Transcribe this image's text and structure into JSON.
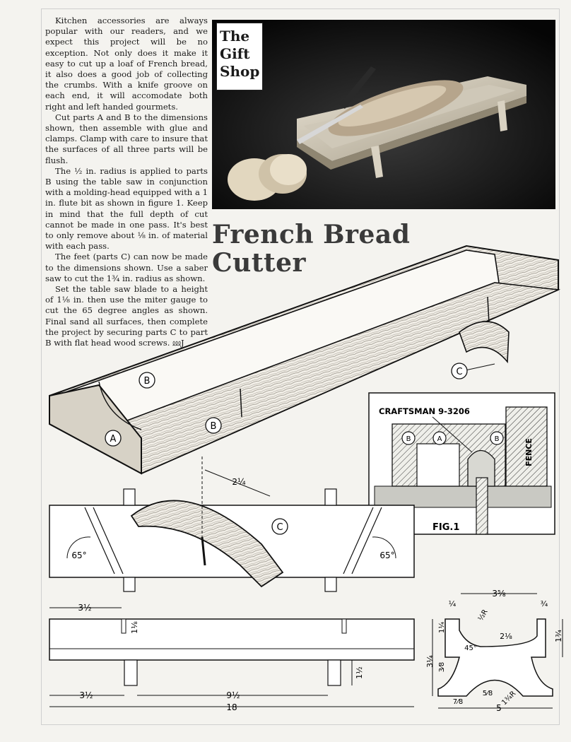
{
  "article": {
    "paragraphs": [
      "Kitchen accessories are always popular with our readers, and we expect this project will be no exception. Not only does it make it easy to cut up a loaf of French bread, it also does a good job of collecting the crumbs. With a knife groove on each end, it will accomodate both right and left handed gourmets.",
      "Cut parts A and B to the dimensions shown, then assemble with glue and clamps. Clamp with care to insure that the surfaces of all three parts will be flush.",
      "The ½ in. radius is applied to parts B using the table saw in conjunction with a molding-head equipped with a 1 in. flute bit as shown in figure 1. Keep in mind that the full depth of cut cannot be made in one pass. It's best to only remove about ⅛ in. of material with each pass.",
      "The feet (parts C) can now be made to the dimensions shown. Use a saber saw to cut the 1¾ in. radius as shown.",
      "Set the table saw blade to a height of 1⅛ in. then use the miter gauge to cut the 65 degree angles as shown. Final sand all surfaces, then complete the project by securing parts C to part B with flat head wood screws. ⅏J"
    ]
  },
  "gift_shop": {
    "line1": "The",
    "line2": "Gift",
    "line3": "Shop"
  },
  "title": {
    "line1": "French Bread",
    "line2": "Cutter"
  },
  "labels": {
    "A": "A",
    "B": "B",
    "C": "C"
  },
  "fig1": {
    "caption": "FIG.1",
    "craftsman": "CRAFTSMAN 9-3206",
    "fence": "FENCE"
  },
  "dimensions": {
    "foot_top": "2¼",
    "angle_left": "65°",
    "angle_right": "65°",
    "side_left_top": "3½",
    "side_depth": "1⅛",
    "side_left_bottom": "3½",
    "side_mid": "9½",
    "side_foot": "1½",
    "side_total": "18",
    "end_width": "3⅝",
    "end_left": "¼",
    "end_right": "¾",
    "end_radius": "½R",
    "end_inner": "2⅛",
    "end_angle": "45°",
    "end_height": "3¼",
    "end_left_upper": "1¼",
    "end_right_side": "1¾",
    "end_left_lower": "3⁄8",
    "end_foot_left": "7⁄8",
    "end_foot_mid": "5⁄8",
    "end_foot_radius": "1¾R",
    "end_bottom": "5"
  }
}
